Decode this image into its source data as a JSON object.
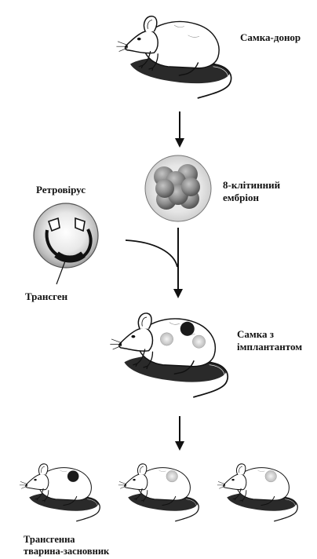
{
  "labels": {
    "donor_female": "Самка-донор",
    "embryo_line1": "8-клітинний",
    "embryo_line2": "ембріон",
    "retrovirus": "Ретровірус",
    "transgene": "Трансген",
    "implant_line1": "Самка з",
    "implant_line2": "імплантантом",
    "founder_line1": "Трансгенна",
    "founder_line2": "тварина-засновник"
  },
  "colors": {
    "ink": "#111111",
    "fur": "#ffffff",
    "shadow": "#2a2a2a",
    "spot_dark": "#1a1a1a",
    "spot_light": "#d8d8d8",
    "cell": "#8a8a8a"
  },
  "offspring": [
    {
      "spot": "dark"
    },
    {
      "spot": "light"
    },
    {
      "spot": "light"
    }
  ]
}
